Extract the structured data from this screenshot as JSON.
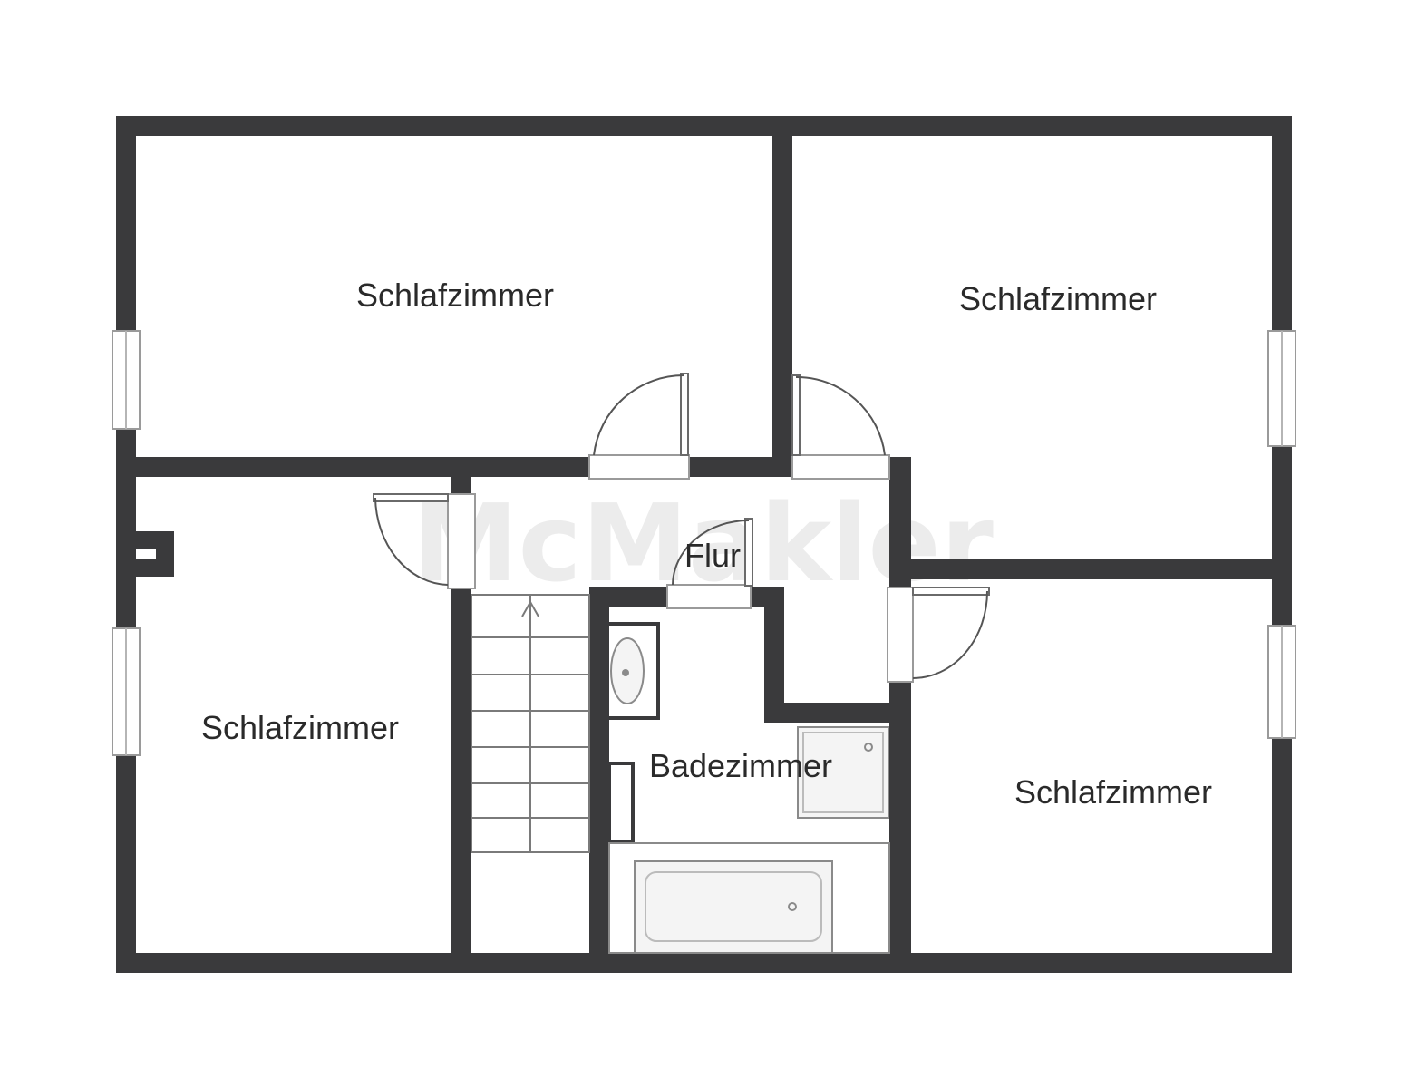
{
  "watermark": {
    "text": "McMakler"
  },
  "rooms": [
    {
      "id": "bedroom-top-left",
      "label": "Schlafzimmer"
    },
    {
      "id": "bedroom-top-right",
      "label": "Schlafzimmer"
    },
    {
      "id": "bedroom-bottom-left",
      "label": "Schlafzimmer"
    },
    {
      "id": "bedroom-bottom-right",
      "label": "Schlafzimmer"
    },
    {
      "id": "hallway",
      "label": "Flur"
    },
    {
      "id": "bathroom",
      "label": "Badezimmer"
    }
  ],
  "colors": {
    "wall": "#3a3a3c",
    "background": "#ffffff",
    "fixture": "#f4f4f4"
  }
}
